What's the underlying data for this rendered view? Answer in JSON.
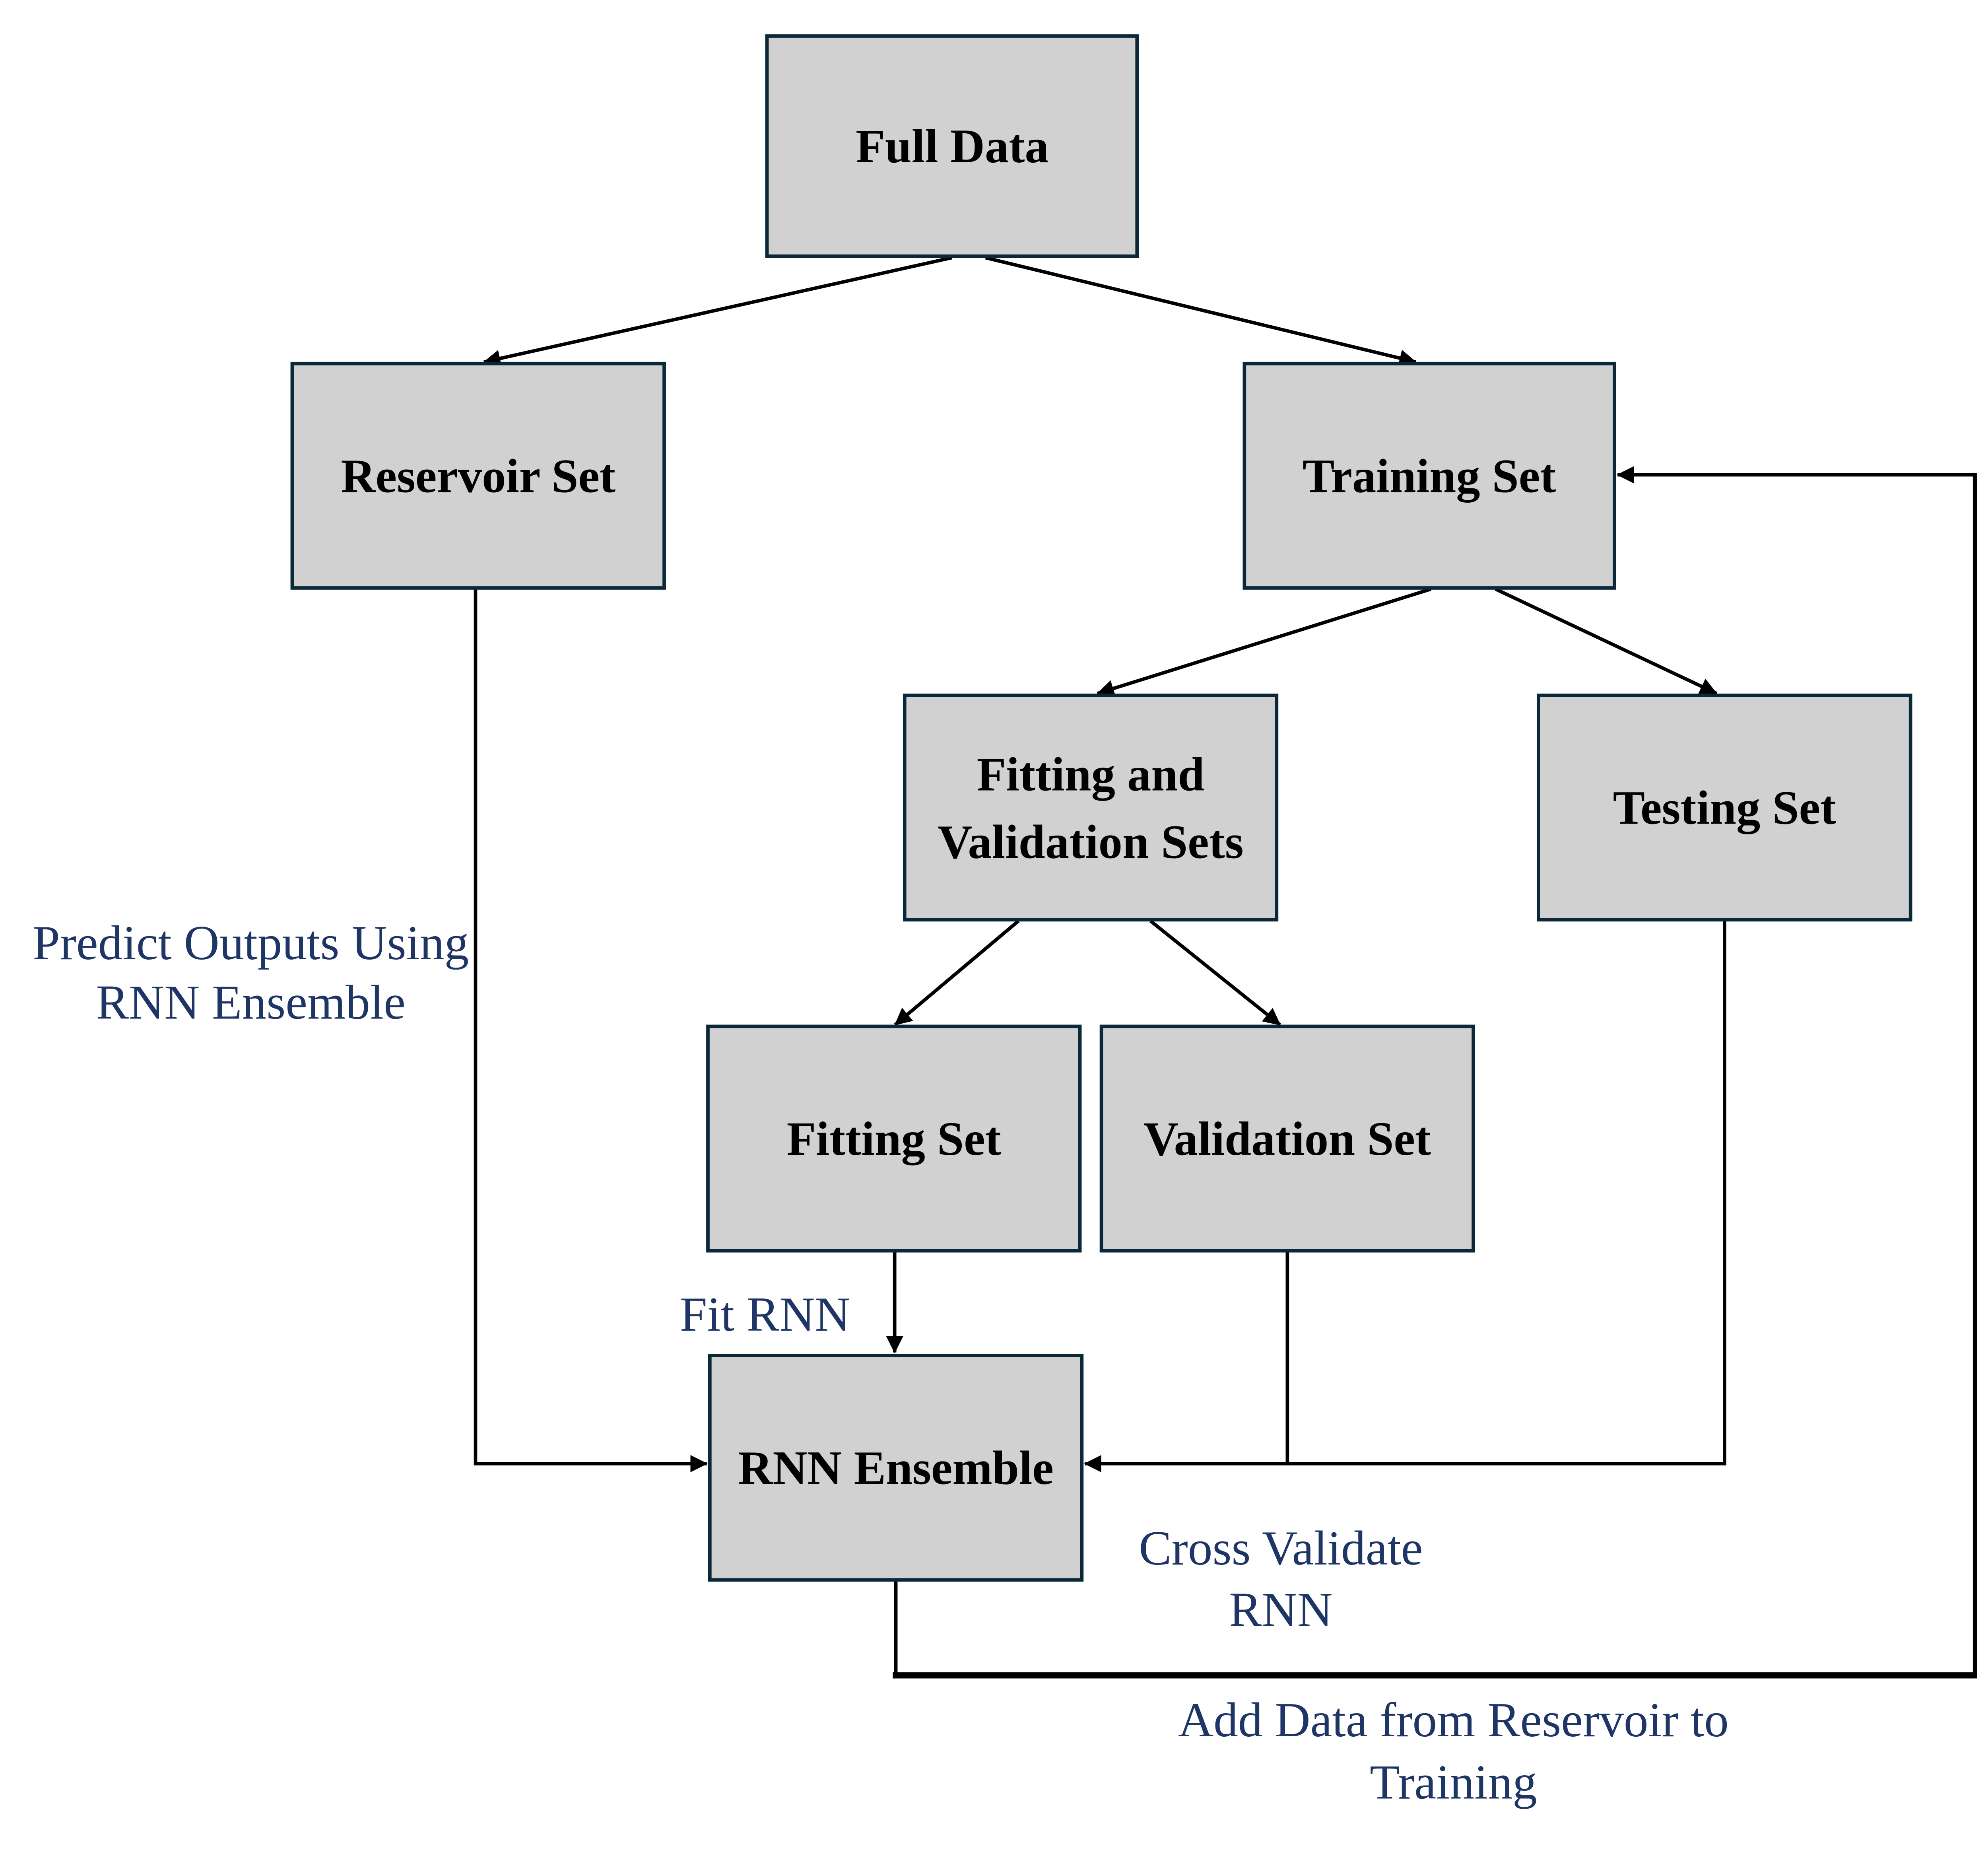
{
  "diagram": {
    "title": "RNN ensemble data-splitting flowchart",
    "colors": {
      "background": "#ffffff",
      "box_fill": "#d2d1d1",
      "box_border": "#0a2838",
      "line": "#000000",
      "label_text": "#000000",
      "annotation_text": "#1e3565"
    },
    "nodes": {
      "full_data": {
        "label": "Full Data"
      },
      "reservoir_set": {
        "label": "Reservoir Set"
      },
      "training_set": {
        "label": "Training Set"
      },
      "fitting_validation_sets": {
        "label_line1": "Fitting and",
        "label_line2": "Validation Sets"
      },
      "testing_set": {
        "label": "Testing Set"
      },
      "fitting_set": {
        "label": "Fitting Set"
      },
      "validation_set": {
        "label": "Validation Set"
      },
      "rnn_ensemble": {
        "label": "RNN Ensemble"
      }
    },
    "annotations": {
      "predict_outputs": {
        "line1": "Predict Outputs Using",
        "line2": "RNN Ensemble"
      },
      "fit_rnn": {
        "label": "Fit RNN"
      },
      "cross_validate": {
        "line1": "Cross Validate",
        "line2": "RNN"
      },
      "add_data": {
        "line1": "Add Data from Reservoir to",
        "line2": "Training"
      }
    }
  }
}
